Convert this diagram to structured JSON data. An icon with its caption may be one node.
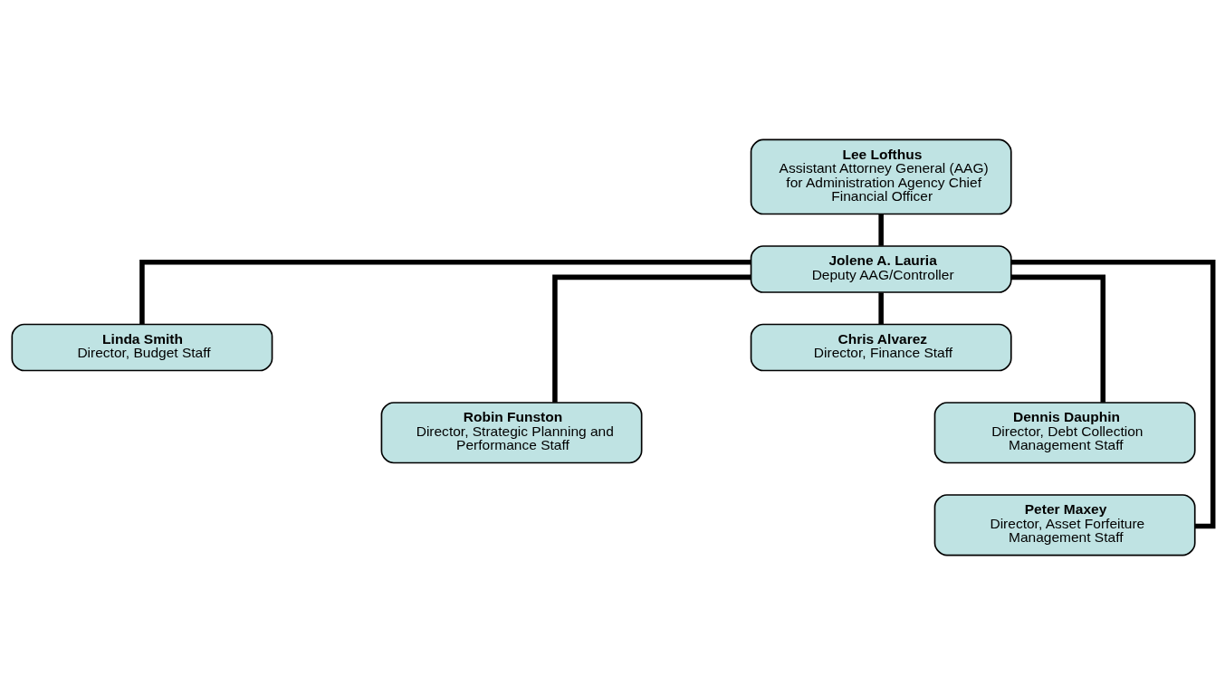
{
  "diagram": {
    "nodes": [
      {
        "text": [
          "Lee Lofthus",
          "Assistant Attorney General (AAG) for Administration Agency Chief Financial Officer"
        ]
      },
      {
        "text": [
          "Jolene A. Lauria",
          "Deputy AAG/Controller"
        ]
      },
      {
        "text": [
          "Linda Smith",
          "Director, Budget Staff"
        ]
      },
      {
        "text": [
          "Chris Alvarez",
          "Director, Finance Staff"
        ]
      },
      {
        "text": [
          "Robin Funston",
          "Director, Strategic Planning and Performance Staff"
        ]
      },
      {
        "text": [
          "Dennis Dauphin",
          "Director, Debt Collection Management Staff"
        ]
      },
      {
        "text": [
          "Peter Maxey",
          "Director, Asset Forfeiture Management Staff"
        ]
      }
    ],
    "edges": [
      {
        "from": 0,
        "to": 1,
        "arrow": "none"
      },
      {
        "from": 1,
        "to": 2,
        "arrow": "none"
      },
      {
        "from": 1,
        "to": 3,
        "arrow": "none"
      },
      {
        "from": 1,
        "to": 4,
        "arrow": "none"
      },
      {
        "from": 1,
        "to": 5,
        "arrow": "none"
      },
      {
        "from": 1,
        "to": 6,
        "arrow": "none"
      }
    ]
  }
}
